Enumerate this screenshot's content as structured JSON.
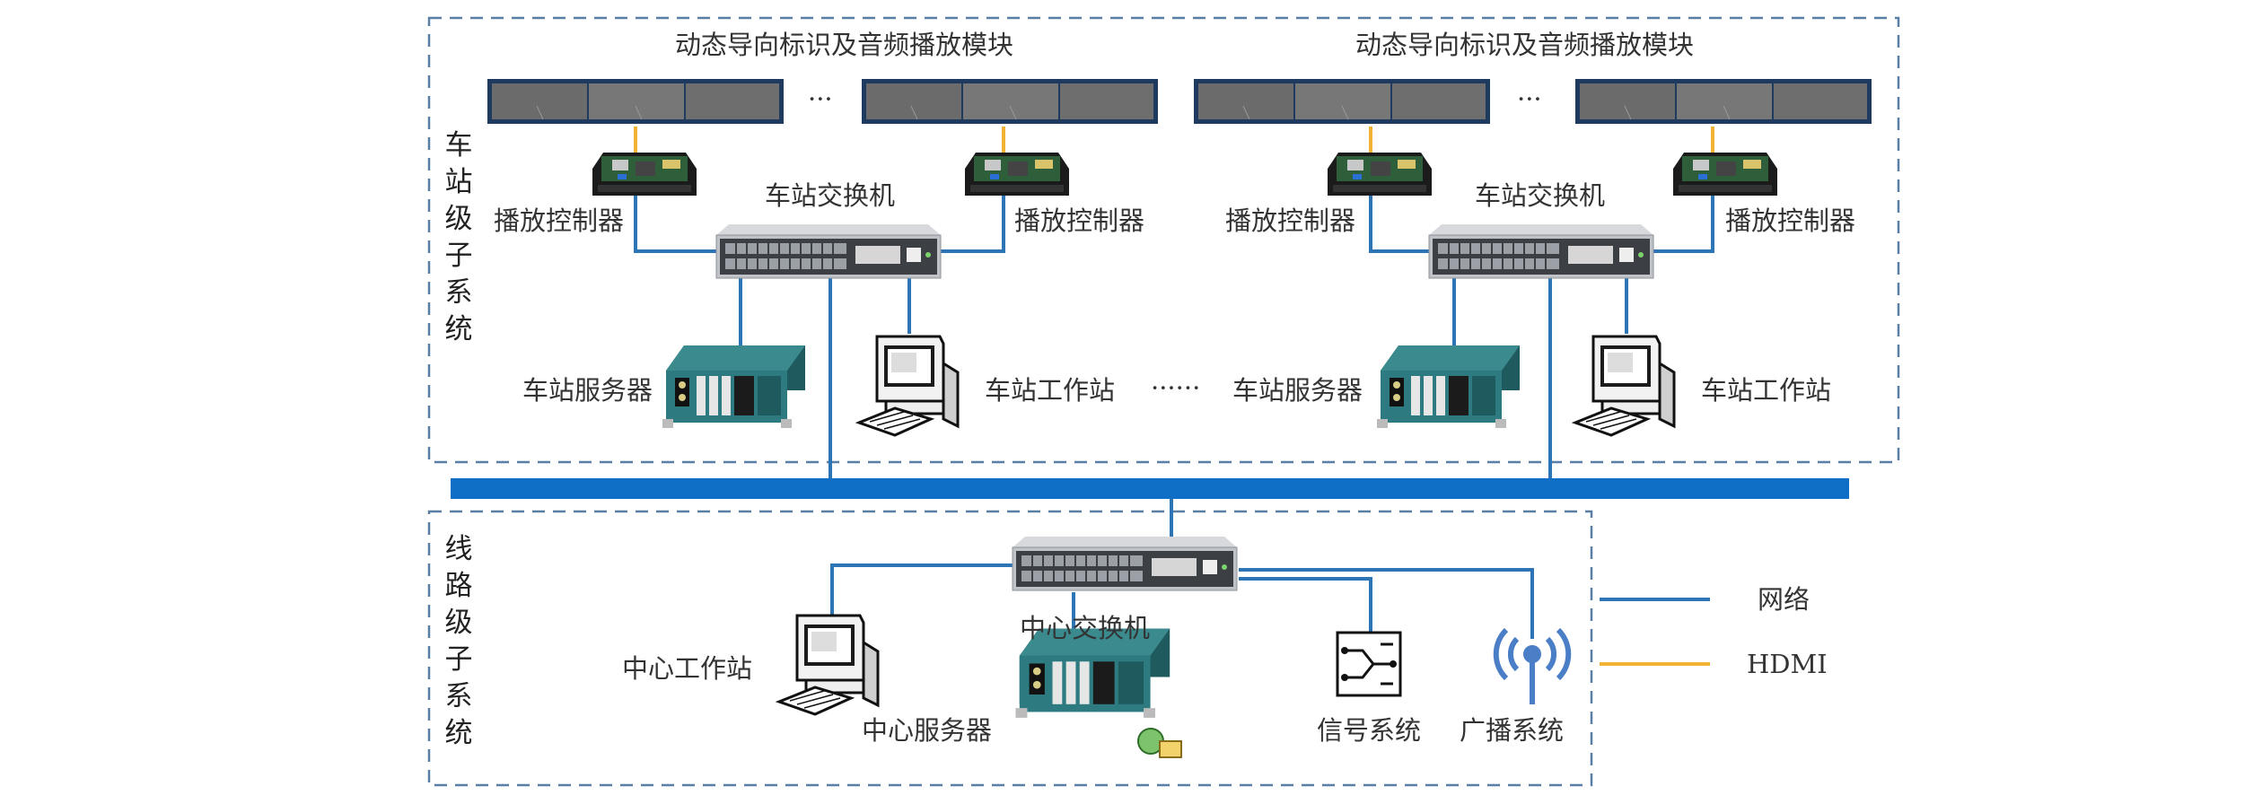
{
  "colors": {
    "network": "#2e75b6",
    "hdmi": "#f2b233",
    "backbone": "#0f6fc6",
    "border": "#5a7fa6"
  },
  "station_subsystem": {
    "label": "车站级子系统",
    "groups": [
      {
        "module_label": "动态导向标识及音频播放模块",
        "ellipsis": "···",
        "controller_left": "播放控制器",
        "controller_right": "播放控制器",
        "switch": "车站交换机",
        "server": "车站服务器",
        "workstation": "车站工作站"
      },
      {
        "module_label": "动态导向标识及音频播放模块",
        "ellipsis": "···",
        "controller_left": "播放控制器",
        "controller_right": "播放控制器",
        "switch": "车站交换机",
        "server": "车站服务器",
        "workstation": "车站工作站"
      }
    ],
    "between_ellipsis": "······"
  },
  "line_subsystem": {
    "label": "线路级子系统",
    "switch": "中心交换机",
    "workstation": "中心工作站",
    "server": "中心服务器",
    "signal": "信号系统",
    "broadcast": "广播系统"
  },
  "legend": [
    {
      "label": "网络",
      "color": "#2e75b6"
    },
    {
      "label": "HDMI",
      "color": "#f2b233"
    }
  ]
}
